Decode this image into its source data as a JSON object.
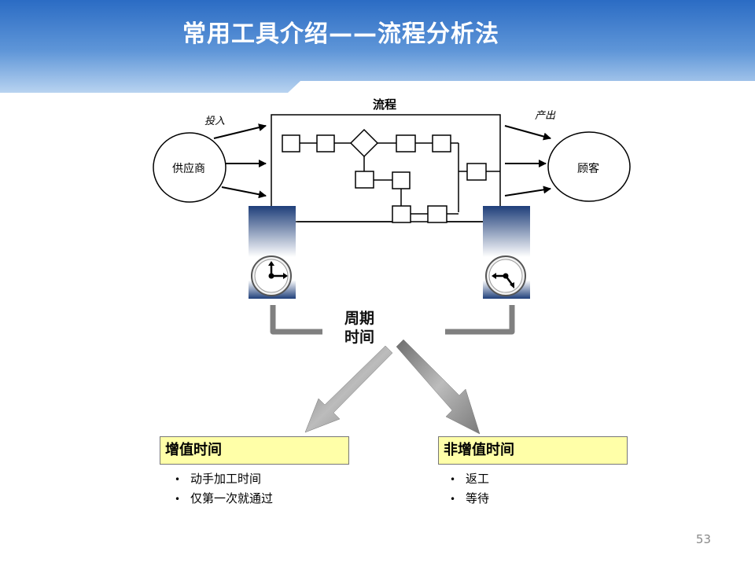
{
  "title": "常用工具介绍——流程分析法",
  "process": {
    "label": "流程",
    "input_label": "投入",
    "output_label": "产出",
    "supplier": "供应商",
    "customer": "顾客"
  },
  "cycle_time": {
    "line1": "周期",
    "line2": "时间"
  },
  "value_added": {
    "heading": "增值时间",
    "items": [
      "动手加工时间",
      "仅第一次就通过"
    ]
  },
  "non_value_added": {
    "heading": "非增值时间",
    "items": [
      "返工",
      "等待"
    ]
  },
  "page_number": "53",
  "colors": {
    "header_blue": "#2f72c8",
    "box_yellow": "#ffffa8",
    "arrow_gray": "#808080"
  }
}
